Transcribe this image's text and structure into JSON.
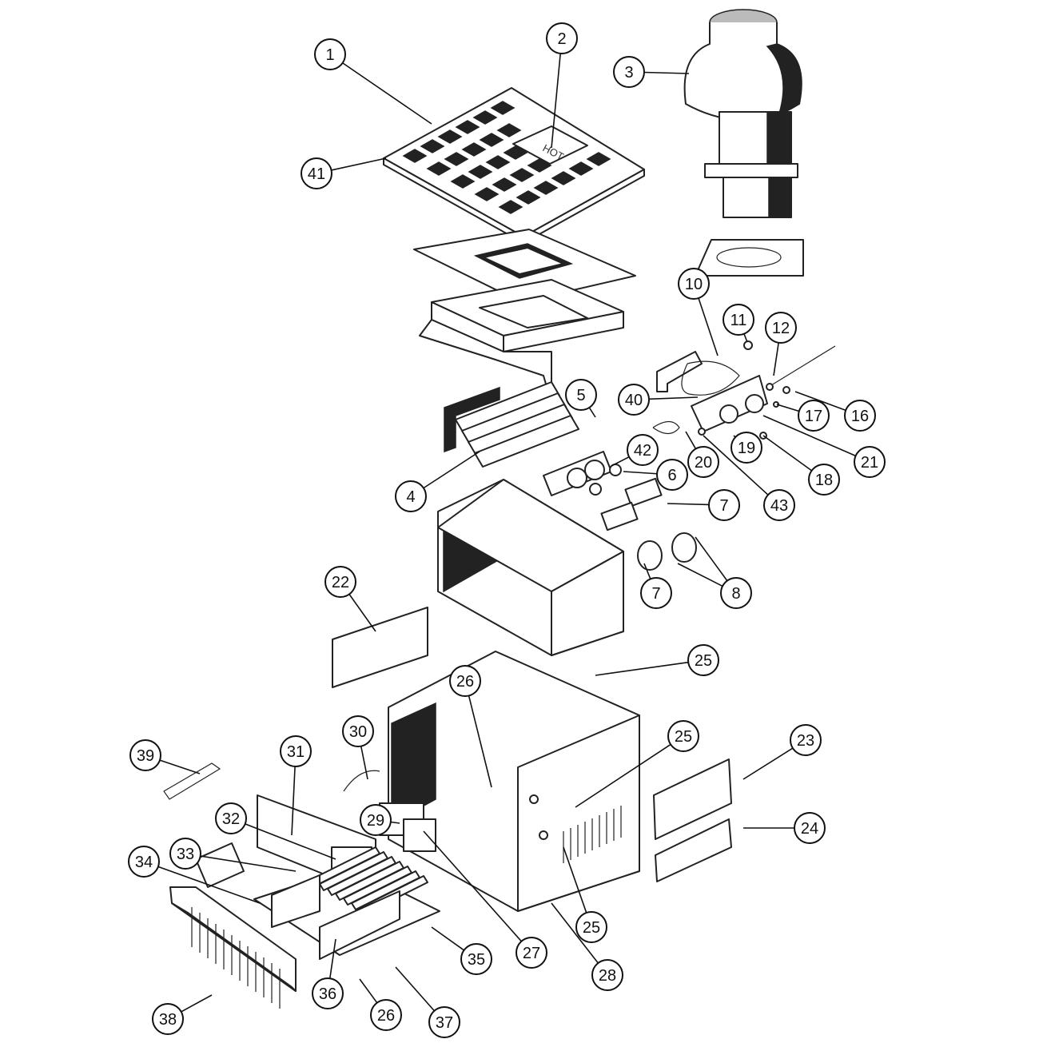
{
  "title": "Pool heater exploded parts diagram",
  "hot_label": "HOT",
  "callouts": [
    {
      "label": "1"
    },
    {
      "label": "2"
    },
    {
      "label": "3"
    },
    {
      "label": "41"
    },
    {
      "label": "10"
    },
    {
      "label": "11"
    },
    {
      "label": "12"
    },
    {
      "label": "5"
    },
    {
      "label": "40"
    },
    {
      "label": "16"
    },
    {
      "label": "17"
    },
    {
      "label": "21"
    },
    {
      "label": "19"
    },
    {
      "label": "20"
    },
    {
      "label": "18"
    },
    {
      "label": "42"
    },
    {
      "label": "6"
    },
    {
      "label": "43"
    },
    {
      "label": "4"
    },
    {
      "label": "7"
    },
    {
      "label": "7"
    },
    {
      "label": "8"
    },
    {
      "label": "22"
    },
    {
      "label": "25"
    },
    {
      "label": "26"
    },
    {
      "label": "30"
    },
    {
      "label": "25"
    },
    {
      "label": "23"
    },
    {
      "label": "39"
    },
    {
      "label": "31"
    },
    {
      "label": "29"
    },
    {
      "label": "24"
    },
    {
      "label": "32"
    },
    {
      "label": "33"
    },
    {
      "label": "34"
    },
    {
      "label": "25"
    },
    {
      "label": "35"
    },
    {
      "label": "27"
    },
    {
      "label": "28"
    },
    {
      "label": "36"
    },
    {
      "label": "26"
    },
    {
      "label": "37"
    },
    {
      "label": "38"
    }
  ]
}
